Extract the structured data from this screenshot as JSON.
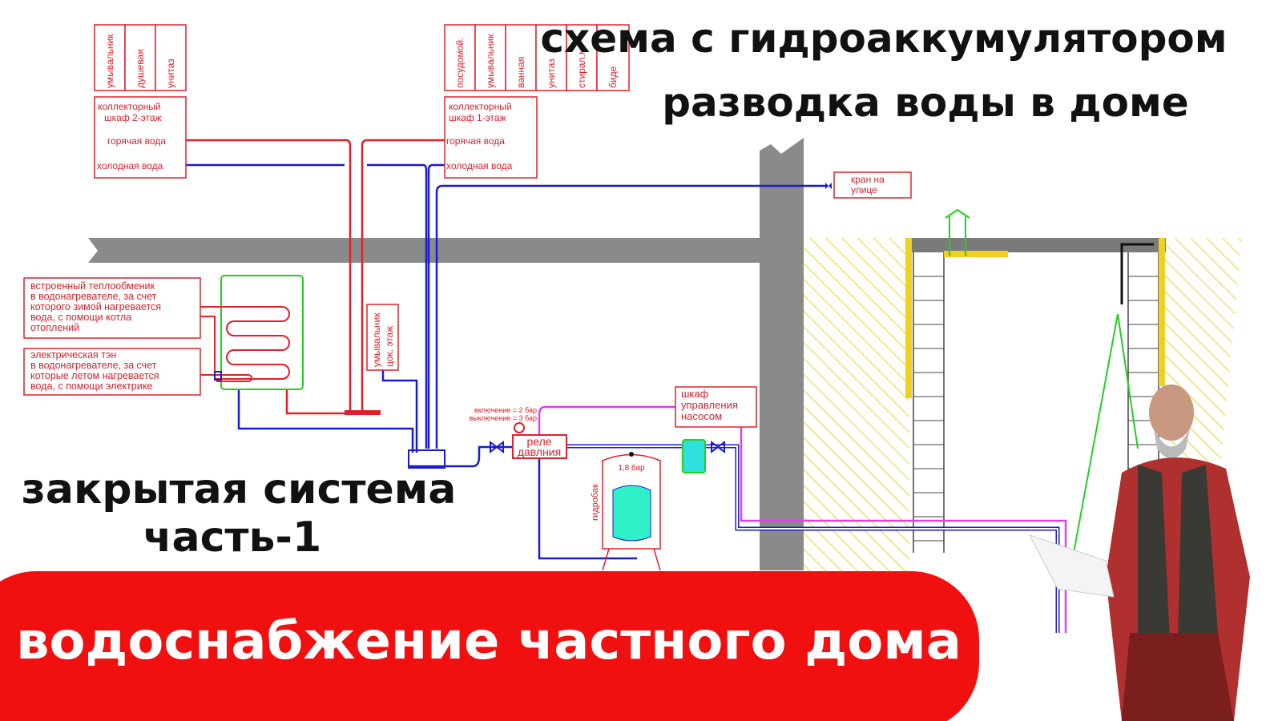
{
  "title": {
    "line1": "схема с гидроаккумулятором",
    "line2": "разводка воды в доме"
  },
  "subtitle": {
    "line1": "закрытая система",
    "line2": "часть-1"
  },
  "banner": {
    "text": "водоснабжение частного дома",
    "color": "#f01010"
  },
  "floor2": {
    "fixtures": [
      "умывальник",
      "душевая",
      "унитаз"
    ],
    "cabinet": {
      "line1": "коллекторный",
      "line2": "шкаф 2-этаж",
      "hot": "горячая вода",
      "cold": "холодная вода"
    }
  },
  "floor1": {
    "fixtures": [
      "посудомой.",
      "умывальник",
      "ванная",
      "унитаз",
      "стирал.м.",
      "биде"
    ],
    "cabinet": {
      "line1": "коллекторный",
      "line2": "шкаф 1-этаж",
      "hot": "горячая вода",
      "cold": "холодная вода"
    }
  },
  "basement_fixture": {
    "line1": "умывальник",
    "line2": "цок. этаж"
  },
  "outdoor_tap": {
    "line1": "кран на",
    "line2": "улице"
  },
  "heat_exchanger_note": [
    "встроенный теплообменик",
    "в водонагревателе, за счет",
    "которого зимой нагревается",
    "вода, с помощи котла",
    "отоплений"
  ],
  "heater_element_note": [
    "электрическая тэн",
    "в водонагревателе, за счет",
    "которые летом нагревается",
    "вода, с помощи электрике"
  ],
  "pressure": {
    "on": "включение = 2 бар",
    "off": "выключение = 3 бар"
  },
  "relay": {
    "line1": "реле",
    "line2": "давлния"
  },
  "pump_cabinet": {
    "line1": "шкаф",
    "line2": "управления",
    "line3": "насосом"
  },
  "tank": {
    "label": "гидробак",
    "pressure": "1,8 бар"
  },
  "colors": {
    "hot": "#e0202a",
    "cold": "#1a1ad0",
    "control": "#e040e0",
    "heater": "#22d022",
    "wall": "#8a8a8a",
    "hatch": "#f0e070"
  }
}
